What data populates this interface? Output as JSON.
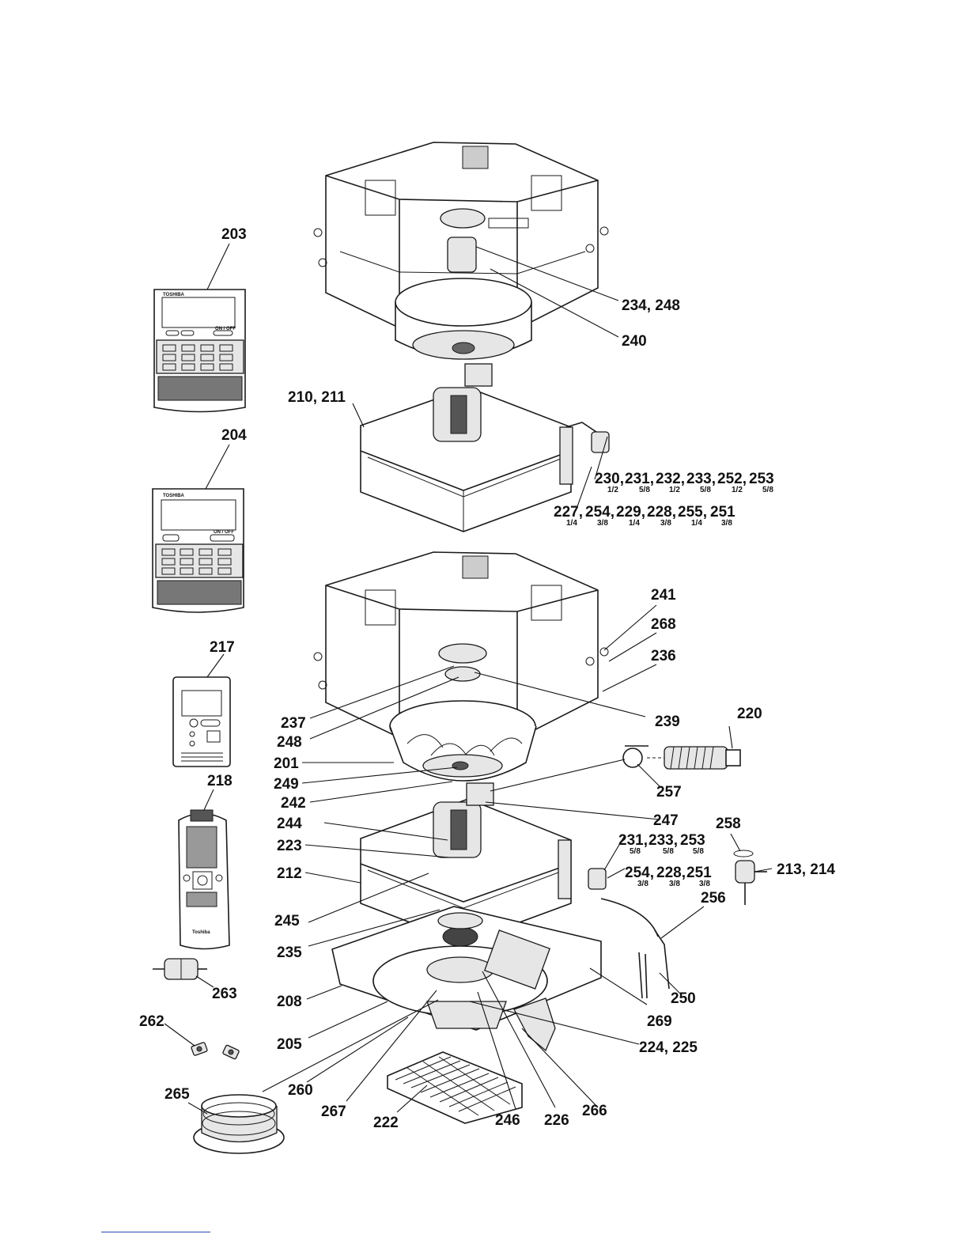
{
  "diagram": {
    "callouts": [
      {
        "id": "c203",
        "text": "203"
      },
      {
        "id": "c204",
        "text": "204"
      },
      {
        "id": "c217",
        "text": "217"
      },
      {
        "id": "c218",
        "text": "218"
      },
      {
        "id": "c263",
        "text": "263"
      },
      {
        "id": "c262",
        "text": "262"
      },
      {
        "id": "c265",
        "text": "265"
      },
      {
        "id": "c234",
        "text": "234, 248"
      },
      {
        "id": "c240",
        "text": "240"
      },
      {
        "id": "c210",
        "text": "210, 211"
      },
      {
        "id": "c241",
        "text": "241"
      },
      {
        "id": "c268",
        "text": "268"
      },
      {
        "id": "c236",
        "text": "236"
      },
      {
        "id": "c237",
        "text": "237"
      },
      {
        "id": "c239",
        "text": "239"
      },
      {
        "id": "c248",
        "text": "248"
      },
      {
        "id": "c220",
        "text": "220"
      },
      {
        "id": "c201",
        "text": "201"
      },
      {
        "id": "c249",
        "text": "249"
      },
      {
        "id": "c242",
        "text": "242"
      },
      {
        "id": "c257",
        "text": "257"
      },
      {
        "id": "c244",
        "text": "244"
      },
      {
        "id": "c247",
        "text": "247"
      },
      {
        "id": "c258",
        "text": "258"
      },
      {
        "id": "c223",
        "text": "223"
      },
      {
        "id": "c212",
        "text": "212"
      },
      {
        "id": "c213",
        "text": "213, 214"
      },
      {
        "id": "c245",
        "text": "245"
      },
      {
        "id": "c256",
        "text": "256"
      },
      {
        "id": "c235",
        "text": "235"
      },
      {
        "id": "c250",
        "text": "250"
      },
      {
        "id": "c269",
        "text": "269"
      },
      {
        "id": "c208",
        "text": "208"
      },
      {
        "id": "c224",
        "text": "224, 225"
      },
      {
        "id": "c205",
        "text": "205"
      },
      {
        "id": "c260",
        "text": "260"
      },
      {
        "id": "c267",
        "text": "267"
      },
      {
        "id": "c222",
        "text": "222"
      },
      {
        "id": "c246",
        "text": "246"
      },
      {
        "id": "c226",
        "text": "226"
      },
      {
        "id": "c266",
        "text": "266"
      }
    ],
    "pipe_groups": [
      {
        "id": "row1",
        "items": [
          {
            "num": "230,",
            "size": "1/2"
          },
          {
            "num": "231,",
            "size": "5/8"
          },
          {
            "num": "232,",
            "size": "1/2"
          },
          {
            "num": "233,",
            "size": "5/8"
          },
          {
            "num": "252,",
            "size": "1/2"
          },
          {
            "num": "253",
            "size": "5/8"
          }
        ]
      },
      {
        "id": "row2",
        "items": [
          {
            "num": "227,",
            "size": "1/4"
          },
          {
            "num": "254,",
            "size": "3/8"
          },
          {
            "num": "229,",
            "size": "1/4"
          },
          {
            "num": "228,",
            "size": "3/8"
          },
          {
            "num": "255,",
            "size": "1/4"
          },
          {
            "num": "251",
            "size": "3/8"
          }
        ]
      },
      {
        "id": "row3",
        "items": [
          {
            "num": "231,",
            "size": "5/8"
          },
          {
            "num": "233,",
            "size": "5/8"
          },
          {
            "num": "253",
            "size": "5/8"
          }
        ]
      },
      {
        "id": "row4",
        "items": [
          {
            "num": "254,",
            "size": "3/8"
          },
          {
            "num": "228,",
            "size": "3/8"
          },
          {
            "num": "251",
            "size": "3/8"
          }
        ]
      }
    ],
    "remote_text": {
      "brand": "TOSHIBA",
      "onoff": "ON / OFF",
      "brand_small": "Toshiba"
    }
  }
}
